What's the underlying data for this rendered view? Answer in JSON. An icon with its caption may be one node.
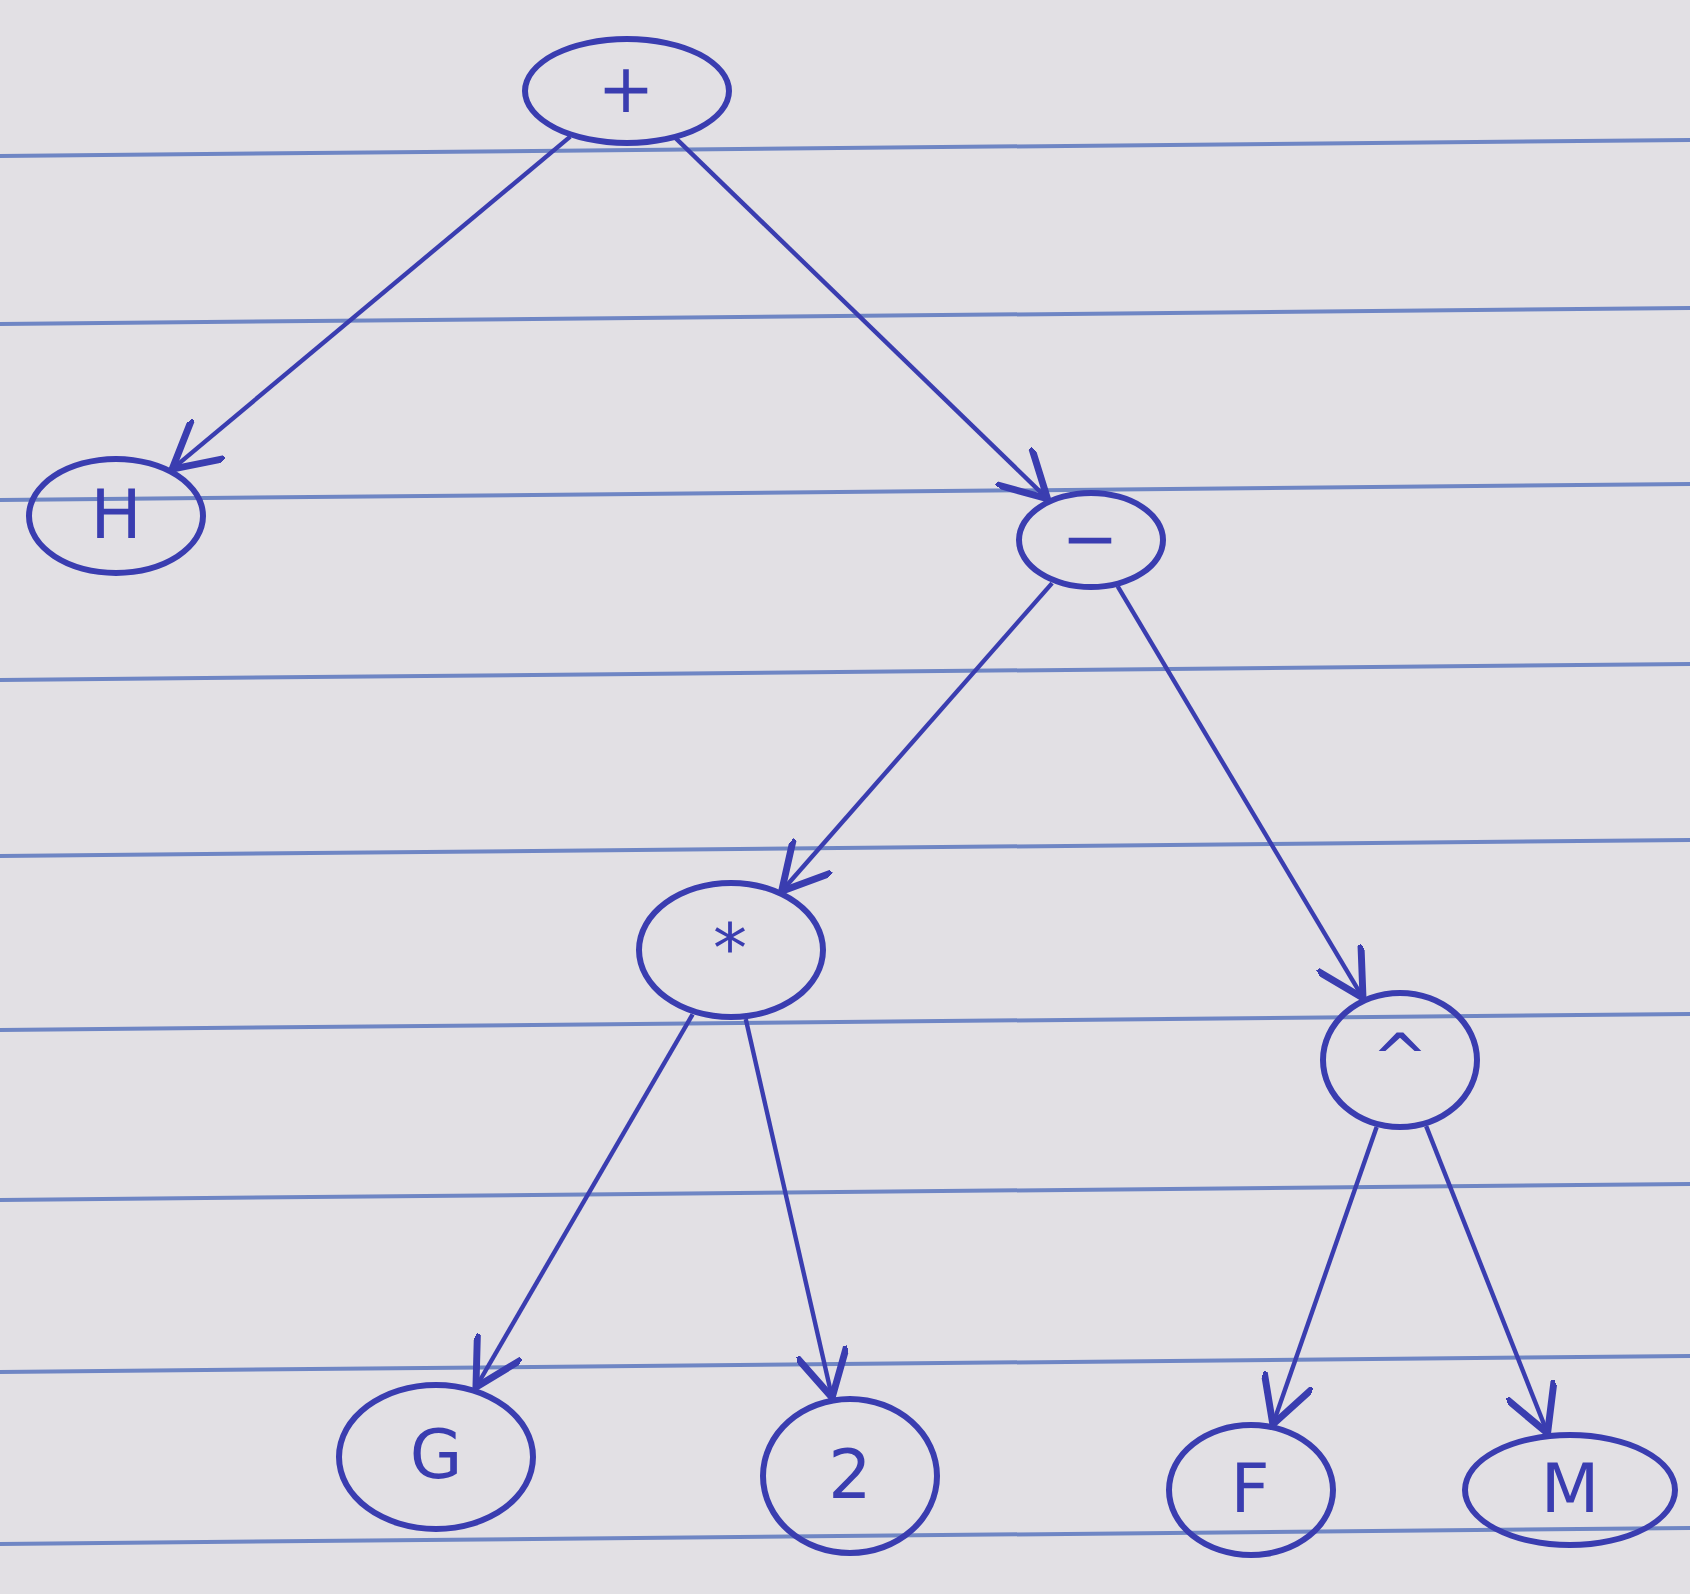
{
  "diagram": {
    "nodes": [
      {
        "text": [
          "+"
        ]
      },
      {
        "text": [
          "H"
        ]
      },
      {
        "text": [
          "−"
        ]
      },
      {
        "text": [
          "*"
        ]
      },
      {
        "text": [
          "^"
        ]
      },
      {
        "text": [
          "G"
        ]
      },
      {
        "text": [
          "2"
        ]
      },
      {
        "text": [
          "F"
        ]
      },
      {
        "text": [
          "M"
        ]
      }
    ],
    "edges": [
      {
        "from": 0,
        "to": 1,
        "arrow": "to"
      },
      {
        "from": 0,
        "to": 2,
        "arrow": "to"
      },
      {
        "from": 2,
        "to": 3,
        "arrow": "to"
      },
      {
        "from": 2,
        "to": 4,
        "arrow": "to"
      },
      {
        "from": 3,
        "to": 5,
        "arrow": "to"
      },
      {
        "from": 3,
        "to": 6,
        "arrow": "to"
      },
      {
        "from": 4,
        "to": 7,
        "arrow": "to"
      },
      {
        "from": 4,
        "to": 8,
        "arrow": "to"
      }
    ]
  }
}
